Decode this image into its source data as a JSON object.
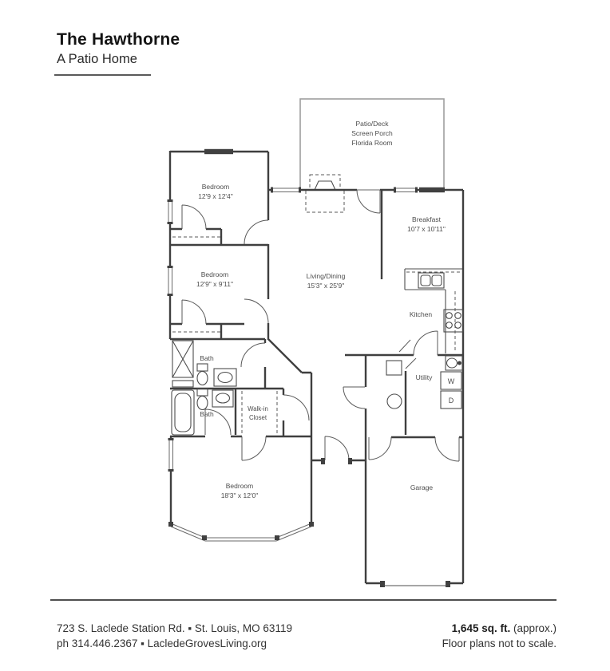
{
  "header": {
    "title": "The Hawthorne",
    "subtitle": "A Patio Home"
  },
  "rooms": {
    "patio": {
      "line1": "Patio/Deck",
      "line2": "Screen Porch",
      "line3": "Florida Room"
    },
    "bedroom1": {
      "name": "Bedroom",
      "dims": "12'9 x 12'4\""
    },
    "bedroom2": {
      "name": "Bedroom",
      "dims": "12'9\" x 9'11\""
    },
    "living": {
      "name": "Living/Dining",
      "dims": "15'3\" x 25'9\""
    },
    "breakfast": {
      "name": "Breakfast",
      "dims": "10'7 x 10'11\""
    },
    "kitchen": {
      "name": "Kitchen"
    },
    "bath1": {
      "name": "Bath"
    },
    "bath2": {
      "name": "Bath"
    },
    "walkin": {
      "line1": "Walk-in",
      "line2": "Closet"
    },
    "utility": {
      "name": "Utility"
    },
    "washer": "W",
    "dryer": "D",
    "bedroom3": {
      "name": "Bedroom",
      "dims": "18'3\" x 12'0\""
    },
    "garage": {
      "name": "Garage"
    }
  },
  "footer": {
    "address_line1": "723 S. Laclede Station Rd.  ▪  St. Louis, MO 63119",
    "address_line2": "ph 314.446.2367  ▪  LacledeGrovesLiving.org",
    "sqft": "1,645 sq. ft.",
    "approx": " (approx.)",
    "scale_note": "Floor plans not to scale."
  },
  "colors": {
    "wall": "#3f3f3f",
    "patio_outline": "#9e9e9e",
    "label_text": "#4d4d4d",
    "title_text": "#141414"
  }
}
